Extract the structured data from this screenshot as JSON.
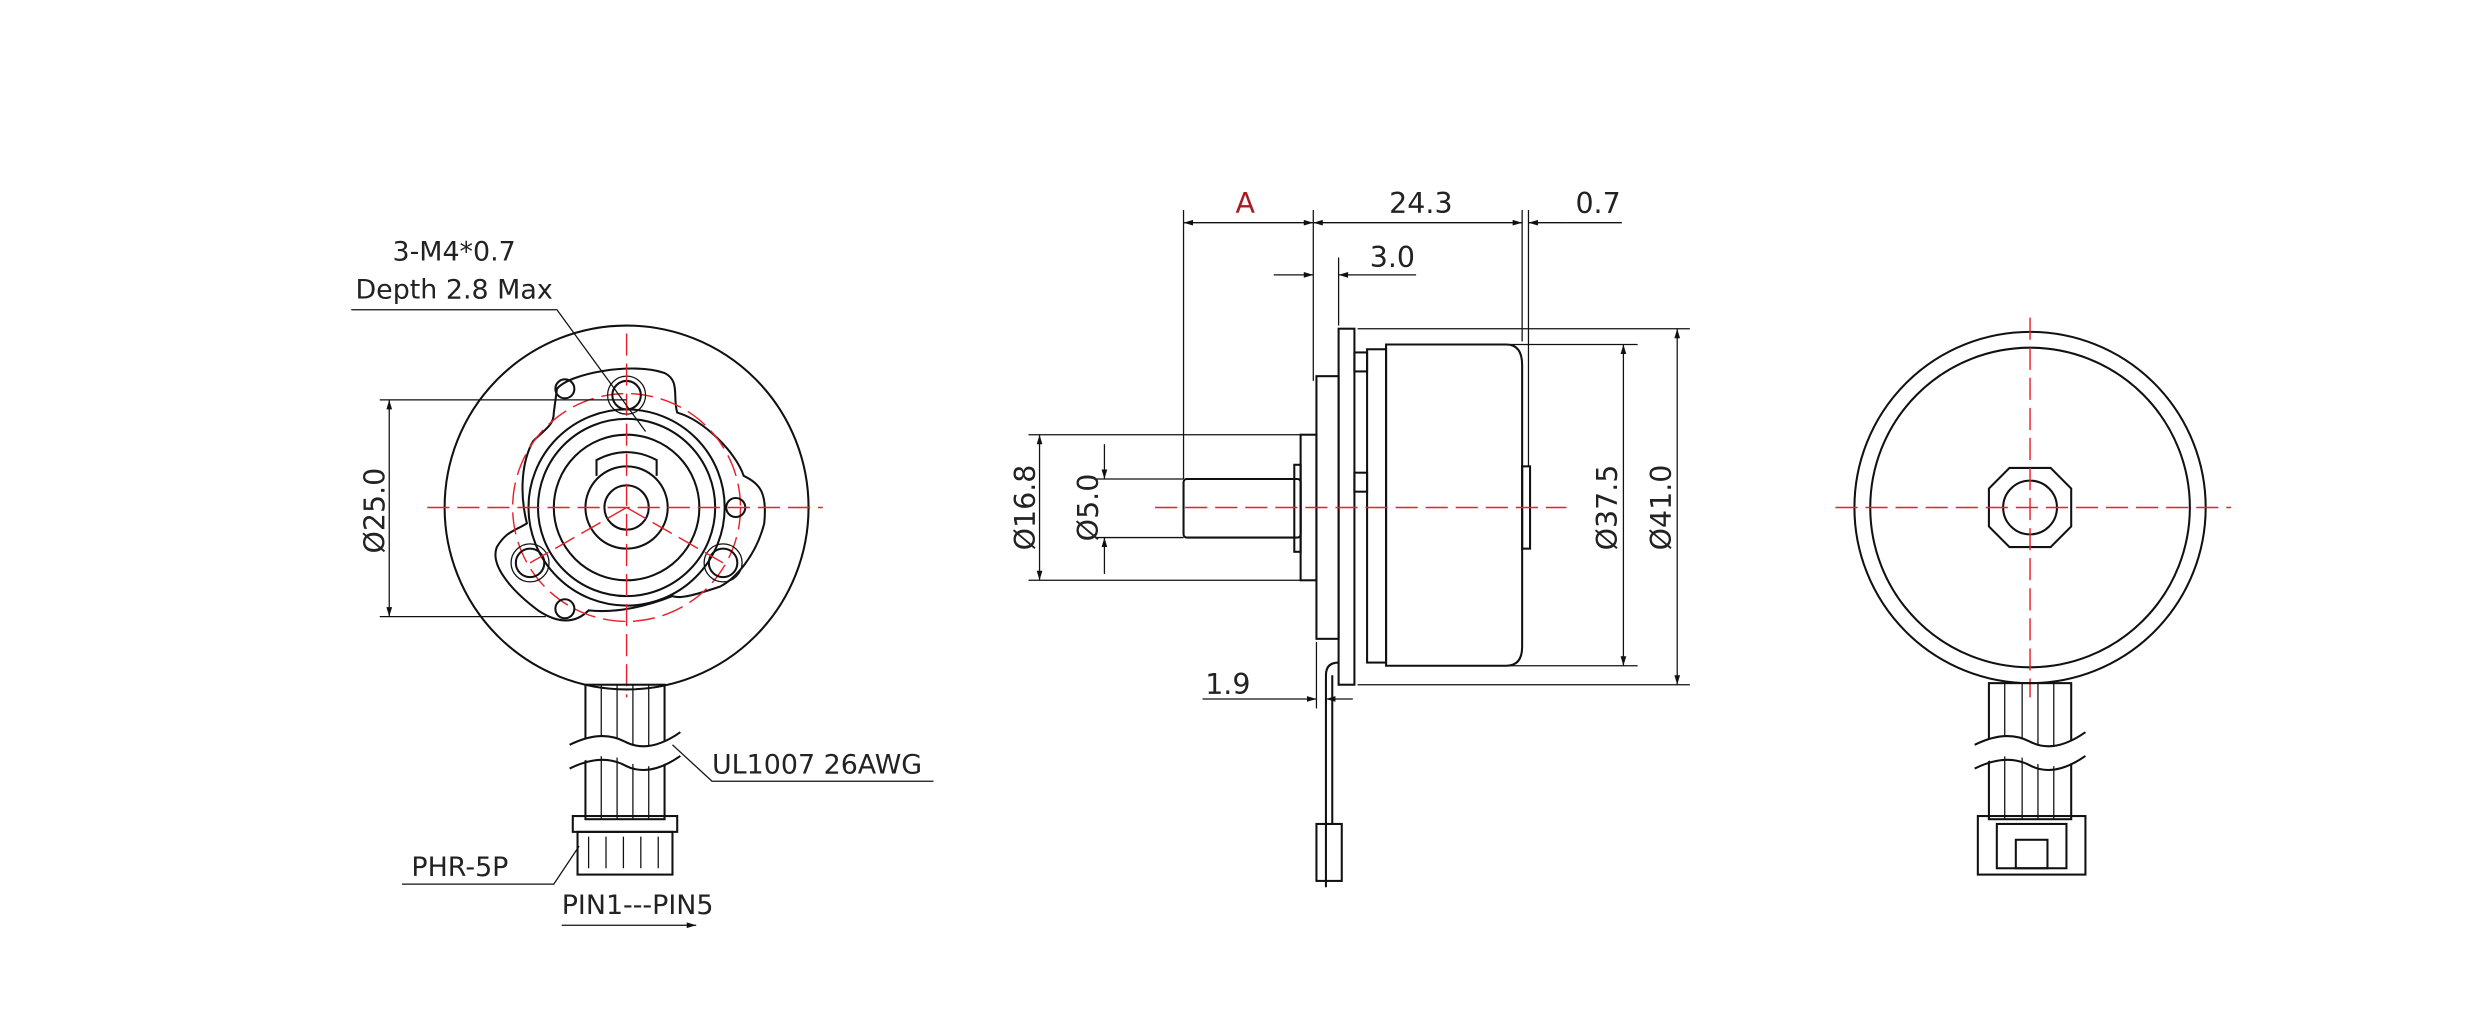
{
  "front_view": {
    "thread_note": "3-M4*0.7",
    "depth_note": "Depth 2.8 Max",
    "bolt_circle_dim": "Ø25.0",
    "wire_note": "UL1007 26AWG",
    "connector_note": "PHR-5P",
    "pin_note": "PIN1---PIN5"
  },
  "side_view": {
    "dim_a": "A",
    "dim_length": "24.3",
    "dim_cap": "0.7",
    "dim_flange": "3.0",
    "dim_boss_dia": "Ø16.8",
    "dim_shaft_dia": "Ø5.0",
    "dim_body_dia": "Ø37.5",
    "dim_outer_dia": "Ø41.0",
    "dim_plate": "1.9"
  },
  "colors": {
    "line": "#111111",
    "centerline": "#e8202a",
    "highlight": "#a51d24"
  }
}
